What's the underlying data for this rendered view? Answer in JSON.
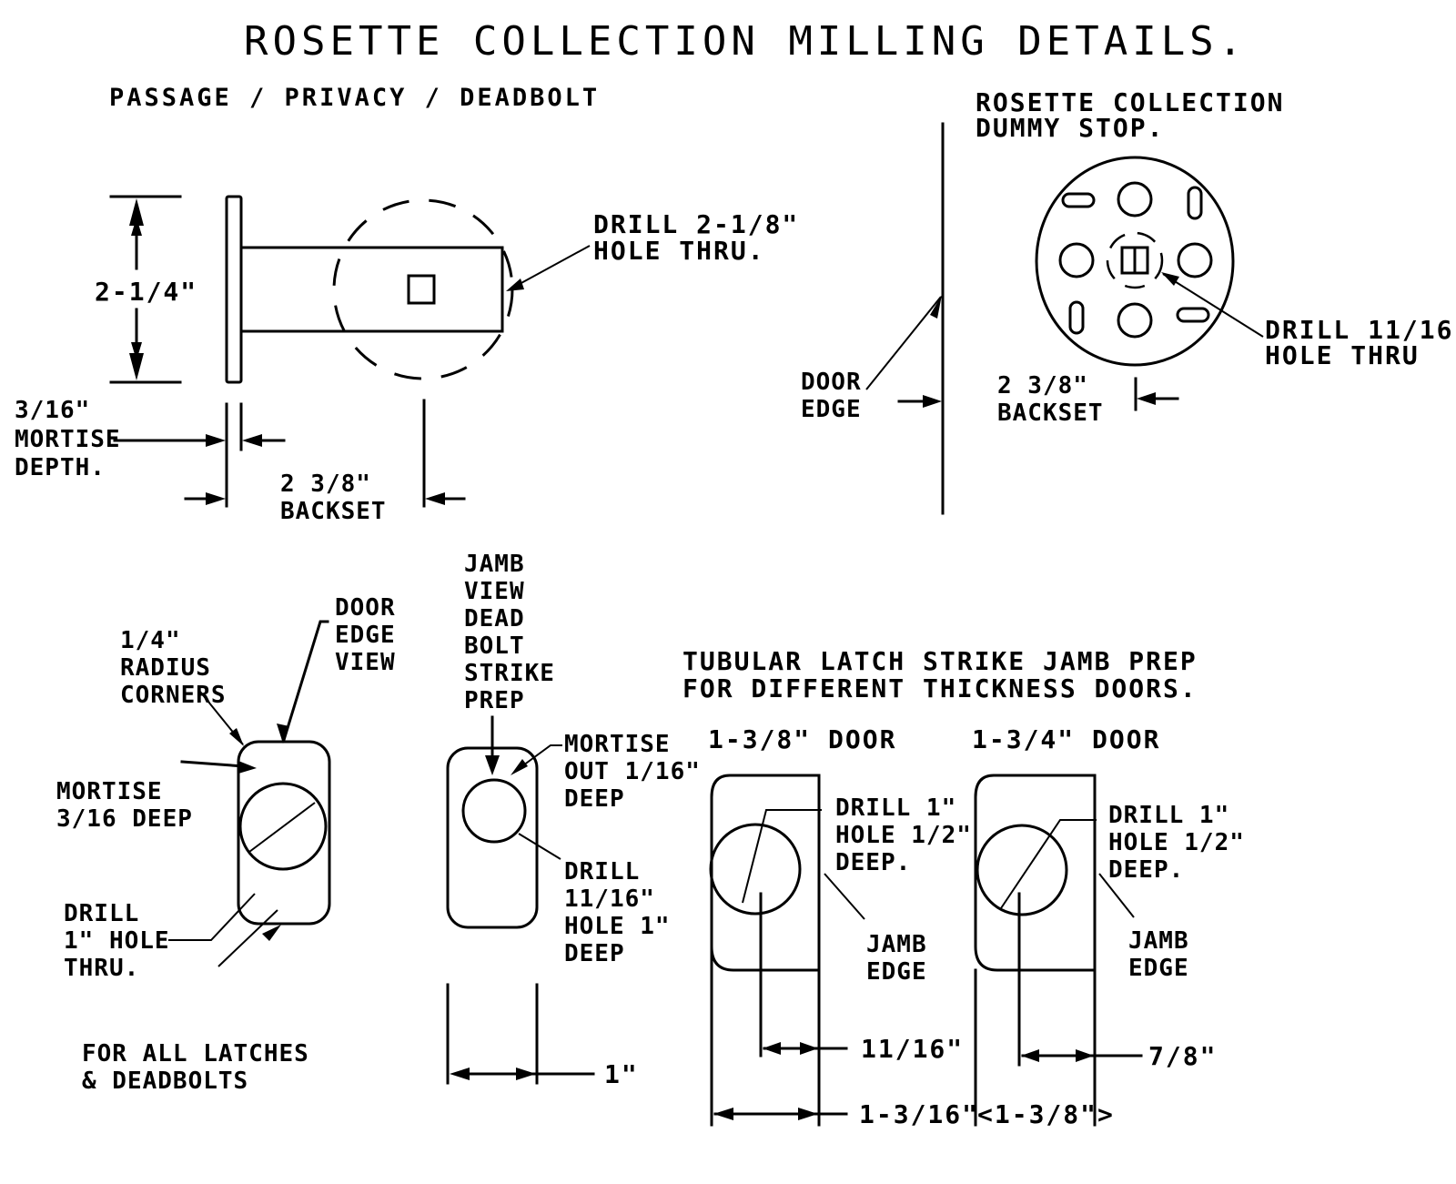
{
  "title": "ROSETTE COLLECTION MILLING DETAILS.",
  "passage_detail": {
    "heading": "PASSAGE / PRIVACY / DEADBOLT",
    "height_dim": "2-1/4\"",
    "drill_note": [
      "DRILL 2-1/8\"",
      "HOLE THRU."
    ],
    "mortise_note": [
      "3/16\"",
      "MORTISE",
      "DEPTH."
    ],
    "backset": [
      "2 3/8\"",
      "BACKSET"
    ]
  },
  "dummy_stop": {
    "heading": [
      "ROSETTE COLLECTION",
      "DUMMY STOP."
    ],
    "door_edge": [
      "DOOR",
      "EDGE"
    ],
    "backset": [
      "2 3/8\"",
      "BACKSET"
    ],
    "drill_note": [
      "DRILL 11/16\"",
      "HOLE THRU"
    ]
  },
  "door_edge_view": {
    "radius_note": [
      "1/4\"",
      "RADIUS",
      "CORNERS"
    ],
    "view_label": [
      "DOOR",
      "EDGE",
      "VIEW"
    ],
    "mortise_note": [
      "MORTISE",
      "3/16 DEEP"
    ],
    "drill_note": [
      "DRILL",
      "1\" HOLE",
      "THRU."
    ],
    "footer_note": [
      "FOR ALL LATCHES",
      "& DEADBOLTS"
    ]
  },
  "deadbolt_strike": {
    "label": [
      "JAMB",
      "VIEW",
      "DEAD",
      "BOLT",
      "STRIKE",
      "PREP"
    ],
    "mortise_note": [
      "MORTISE",
      "OUT 1/16\"",
      "DEEP"
    ],
    "drill_note": [
      "DRILL",
      "11/16\"",
      "HOLE 1\"",
      "DEEP"
    ],
    "width_dim": "1\""
  },
  "tubular_latch": {
    "heading": [
      "TUBULAR LATCH STRIKE JAMB PREP",
      "FOR DIFFERENT THICKNESS DOORS."
    ],
    "doors": [
      {
        "label": "1-3/8\" DOOR",
        "drill_note": [
          "DRILL 1\"",
          "HOLE 1/2\"",
          "DEEP."
        ],
        "jamb_edge": [
          "JAMB",
          "EDGE"
        ],
        "center_dim": "11/16\"",
        "width_dim": "1-3/16\""
      },
      {
        "label": "1-3/4\" DOOR",
        "drill_note": [
          "DRILL 1\"",
          "HOLE 1/2\"",
          "DEEP."
        ],
        "jamb_edge": [
          "JAMB",
          "EDGE"
        ],
        "center_dim": "7/8\"",
        "width_dim": "1-3/8\""
      }
    ]
  }
}
